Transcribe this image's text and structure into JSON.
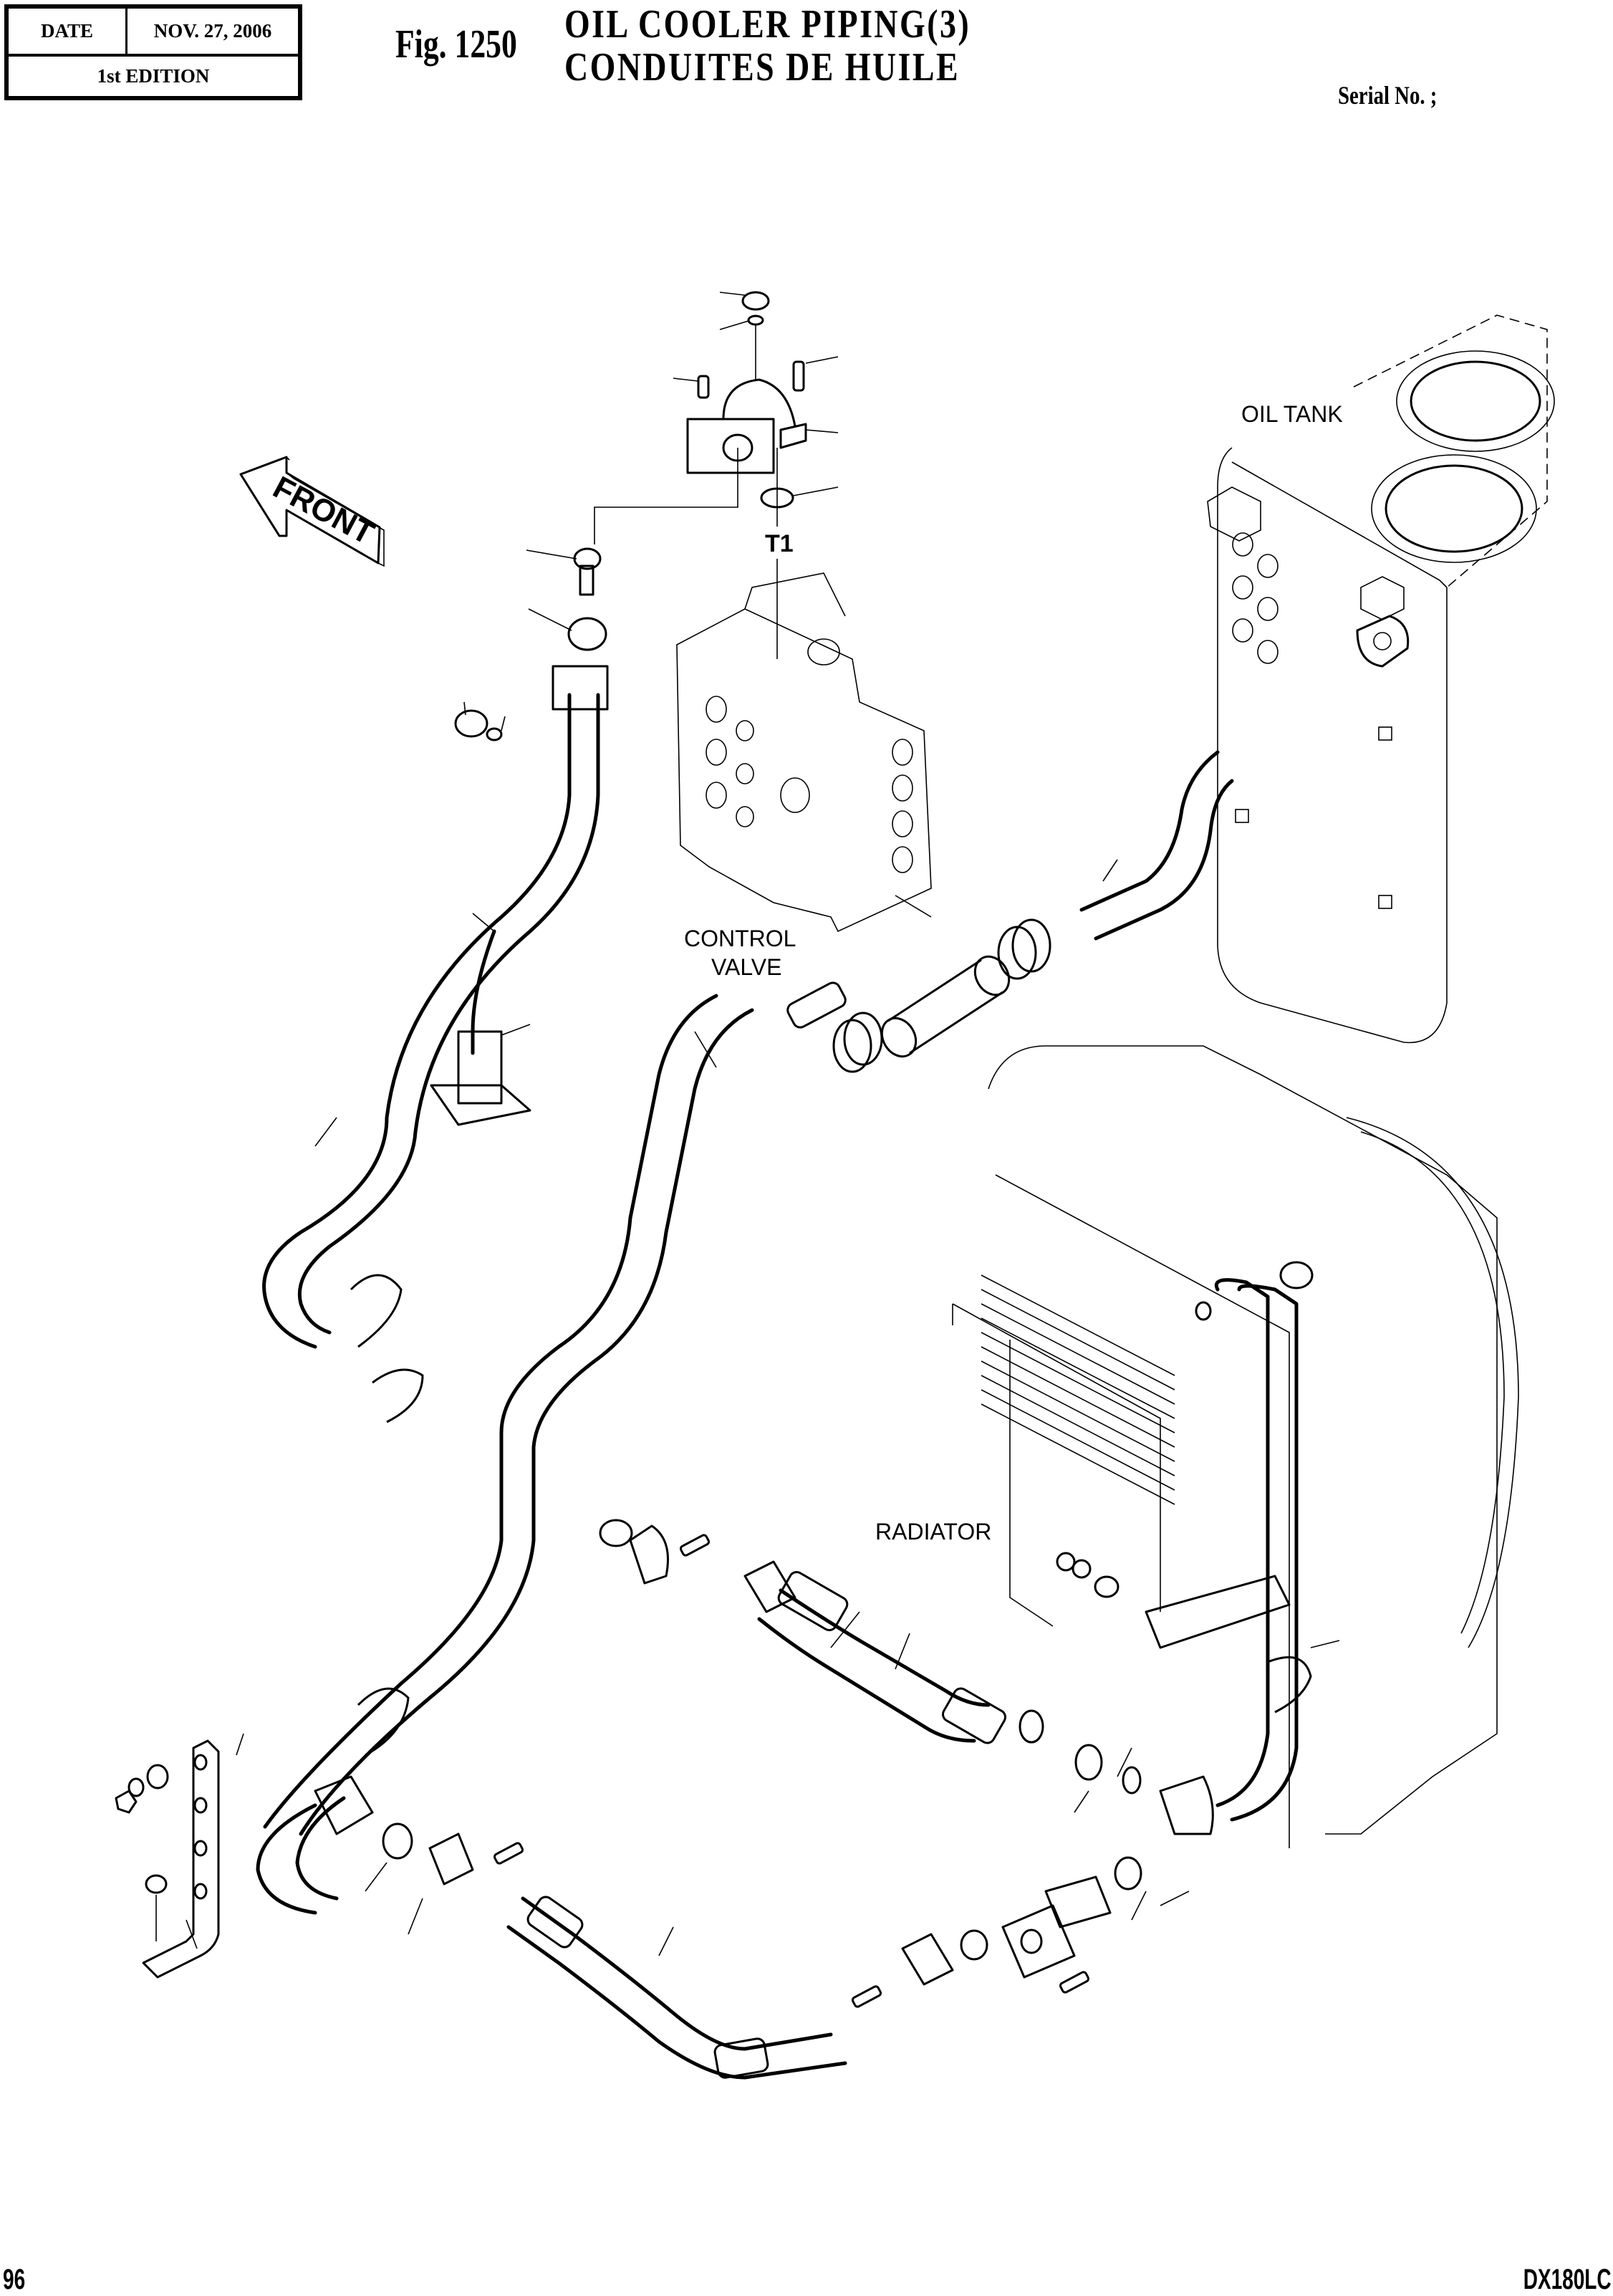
{
  "header": {
    "date_label": "DATE",
    "date_value": "NOV. 27, 2006",
    "edition": "1st EDITION",
    "figure_number": "Fig. 1250",
    "title_en": "OIL  COOLER  PIPING(3)",
    "title_fr": "CONDUITES  DE  HUILE",
    "serial_label": "Serial No. ;"
  },
  "diagram": {
    "direction_arrow": {
      "label": "FRONT",
      "icon": "front-arrow-icon"
    },
    "port_label": "T1",
    "components": [
      {
        "id": "oil-tank",
        "label": "OIL TANK"
      },
      {
        "id": "control-valve",
        "label_line1": "CONTROL",
        "label_line2": "VALVE"
      },
      {
        "id": "radiator",
        "label": "RADIATOR"
      }
    ]
  },
  "footer": {
    "page_number": "96",
    "model": "DX180LC"
  }
}
